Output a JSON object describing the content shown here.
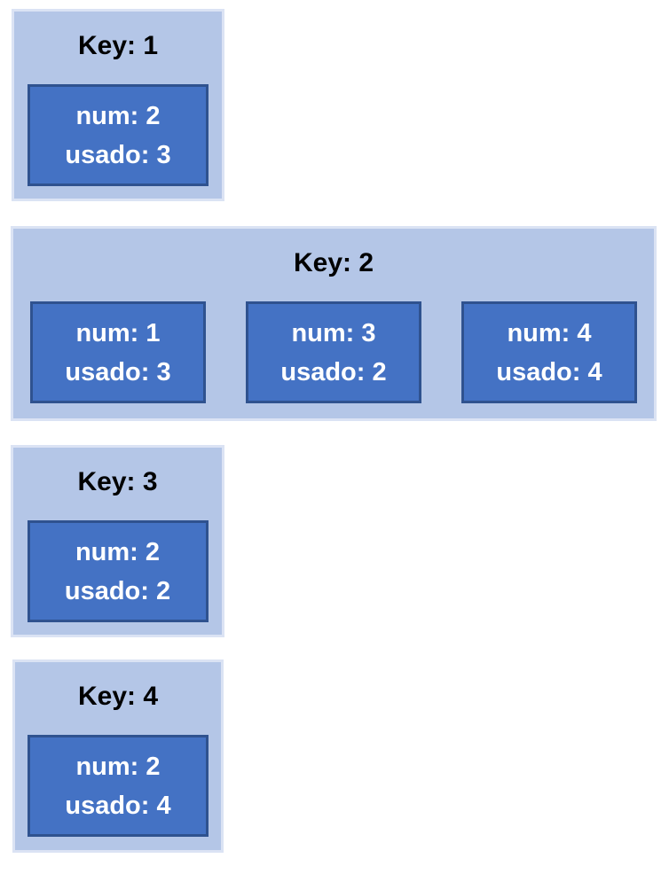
{
  "colors": {
    "page_background": "#ffffff",
    "group_fill": "#b4c6e7",
    "group_border": "#dbe3f4",
    "item_fill": "#4472c4",
    "item_border": "#2f528f",
    "title_text": "#000000",
    "item_text": "#ffffff"
  },
  "groups": [
    {
      "key_label": "Key: 1",
      "items": [
        {
          "num_label": "num: 2",
          "usado_label": "usado: 3"
        }
      ]
    },
    {
      "key_label": "Key: 2",
      "items": [
        {
          "num_label": "num: 1",
          "usado_label": "usado: 3"
        },
        {
          "num_label": "num: 3",
          "usado_label": "usado: 2"
        },
        {
          "num_label": "num: 4",
          "usado_label": "usado: 4"
        }
      ]
    },
    {
      "key_label": "Key: 3",
      "items": [
        {
          "num_label": "num: 2",
          "usado_label": "usado: 2"
        }
      ]
    },
    {
      "key_label": "Key: 4",
      "items": [
        {
          "num_label": "num: 2",
          "usado_label": "usado: 4"
        }
      ]
    }
  ]
}
